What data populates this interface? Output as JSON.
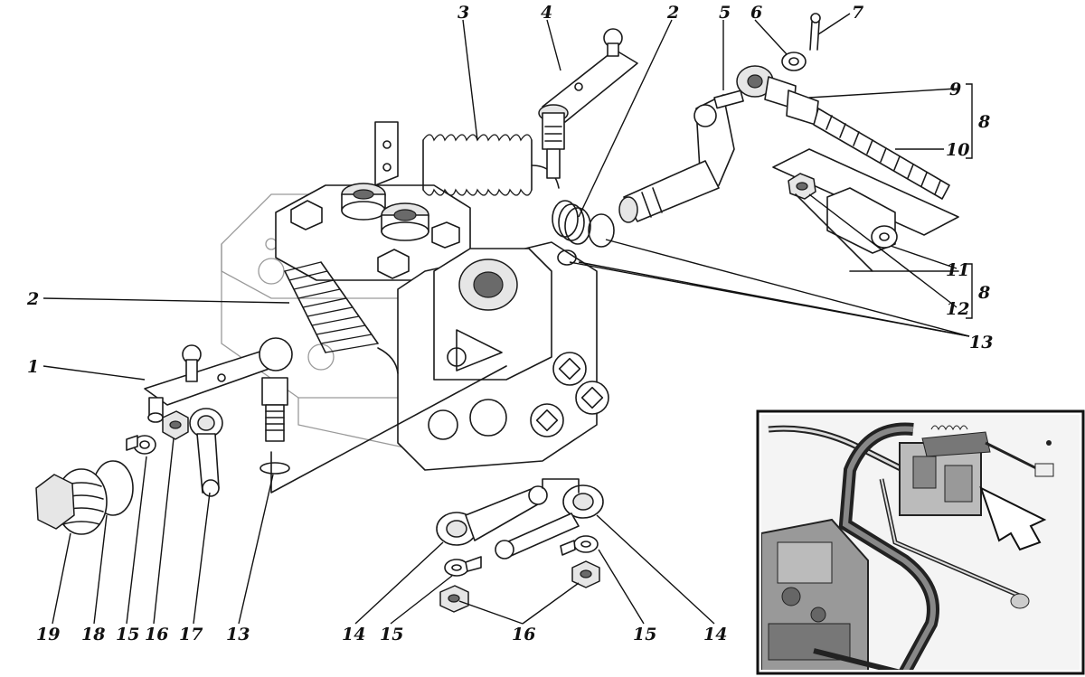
{
  "diagram": {
    "callouts": {
      "c1": "1",
      "c2a": "2",
      "c2b": "2",
      "c3": "3",
      "c4": "4",
      "c5": "5",
      "c6": "6",
      "c7": "7",
      "c8a": "8",
      "c8b": "8",
      "c9": "9",
      "c10": "10",
      "c11": "11",
      "c12": "12",
      "c13a": "13",
      "c13b": "13",
      "c14a": "14",
      "c14b": "14",
      "c15a": "15",
      "c15b": "15",
      "c15c": "15",
      "c16a": "16",
      "c16b": "16",
      "c17": "17",
      "c18": "18",
      "c19": "19"
    },
    "inset": {
      "description_icon": "installation-location-photo"
    },
    "colors": {
      "ink": "#1a1a1a",
      "background": "#ffffff"
    }
  }
}
